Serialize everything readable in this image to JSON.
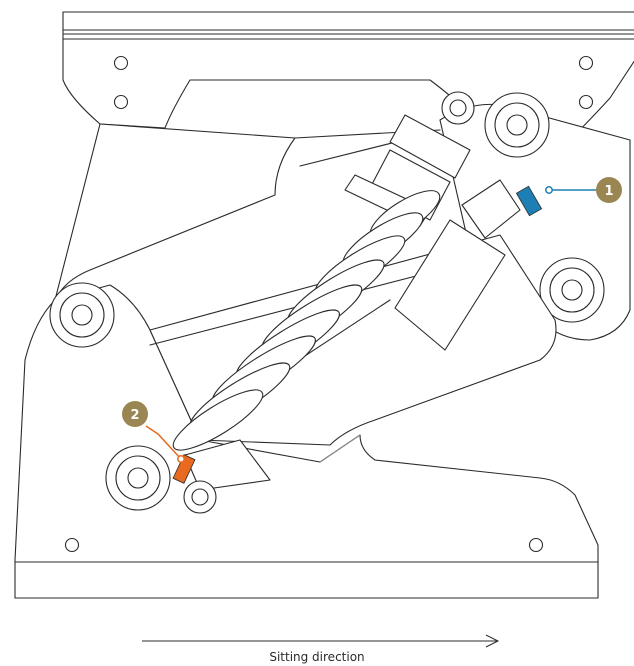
{
  "caption": "Sitting direction",
  "callouts": [
    {
      "label": "1",
      "color": "#9a8652",
      "part_color": "#1d7fb3"
    },
    {
      "label": "2",
      "color": "#9a8652",
      "part_color": "#e8691f"
    }
  ],
  "colors": {
    "line": "#2b2b2b",
    "background": "#ffffff"
  }
}
